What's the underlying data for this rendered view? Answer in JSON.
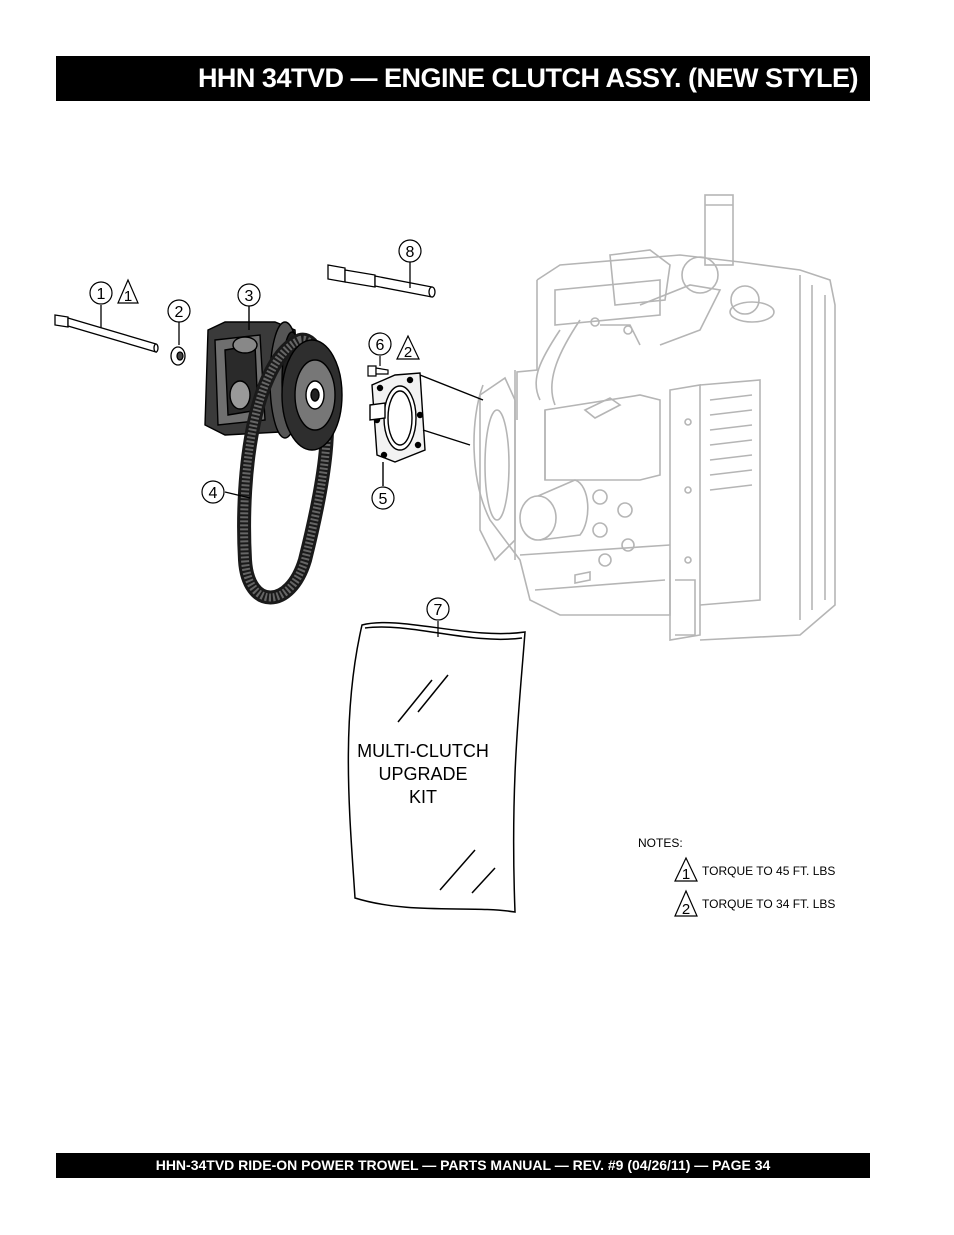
{
  "header": {
    "title": "HHN 34TVD — ENGINE CLUTCH ASSY.   (NEW STYLE)"
  },
  "footer": {
    "text": "HHN-34TVD   RIDE-ON POWER TROWEL — PARTS MANUAL — REV. #9 (04/26/11) — PAGE 34"
  },
  "callouts": [
    "1",
    "2",
    "3",
    "4",
    "5",
    "6",
    "7",
    "8"
  ],
  "note_refs": [
    "1",
    "2"
  ],
  "kit": {
    "line1": "MULTI-CLUTCH",
    "line2": "UPGRADE",
    "line3": "KIT"
  },
  "notes": {
    "heading": "NOTES:",
    "items": [
      {
        "symbol": "1",
        "text": "TORQUE TO 45 FT. LBS"
      },
      {
        "symbol": "2",
        "text": "TORQUE TO 34 FT. LBS"
      }
    ]
  }
}
